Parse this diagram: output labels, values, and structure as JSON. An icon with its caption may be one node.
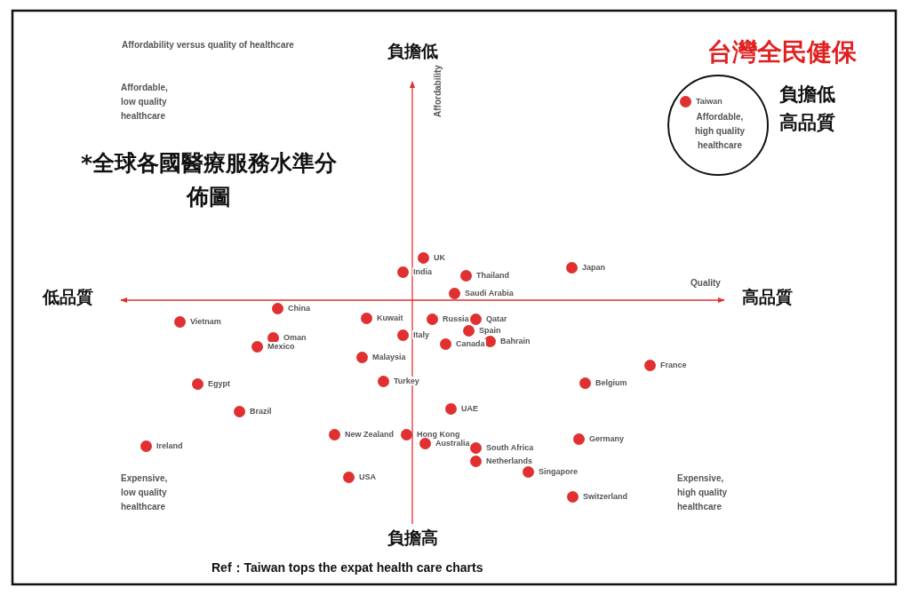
{
  "diagram": {
    "title": "台灣全民健保",
    "caption": "Ref：Taiwan tops the expat health care charts",
    "nodes": [
      {
        "text": [
          "Taiwan",
          "Affordable, high quality healthcare"
        ],
        "beside": [
          "負擔低高品質"
        ]
      }
    ],
    "edges": [],
    "labels": [
      "Affordability versus quality of healthcare",
      "負擔低",
      "Affordable, low quality healthcare",
      "Affordability",
      "*全球各國醫療服務水準分佈圖",
      "UK",
      "India",
      "Japan",
      "Thailand",
      "Saudi Arabia",
      "Quality",
      "低品質",
      "高品質",
      "China",
      "Kuwait",
      "Russia",
      "Qatar",
      "Vietnam",
      "Spain",
      "Italy",
      "Oman",
      "Bahrain",
      "Canada",
      "Mexico",
      "Malaysia",
      "France",
      "Turkey",
      "Egypt",
      "Belgium",
      "UAE",
      "Brazil",
      "New Zealand",
      "Hong Kong",
      "Germany",
      "Australia",
      "Ireland",
      "South Africa",
      "Netherlands",
      "Singapore",
      "USA",
      "Expensive, low quality healthcare",
      "Expensive, high quality healthcare",
      "Switzerland",
      "負擔高"
    ]
  }
}
